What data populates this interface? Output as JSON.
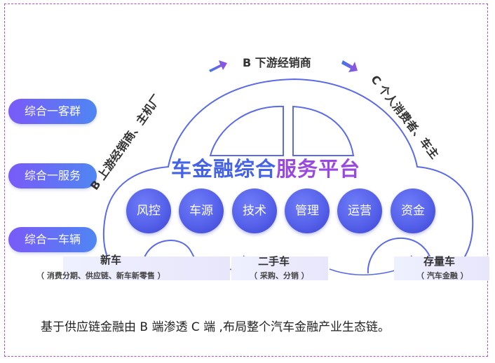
{
  "title_part1": "车金融综合",
  "title_part2": "服务平台",
  "left_pills": [
    "综合一客群",
    "综合一服务",
    "综合一车辆"
  ],
  "services": [
    "风控",
    "车源",
    "技术",
    "管理",
    "运营",
    "资金"
  ],
  "arc_labels": {
    "top": "B 下游经销商",
    "left": "B 上游经销商、主机厂",
    "right": "C 个人消费者、车主"
  },
  "categories": [
    {
      "name": "新车",
      "detail": "（ 消费分期、供应链、新车新零售 ）"
    },
    {
      "name": "二手车",
      "detail": "（ 采购、分销 ）"
    },
    {
      "name": "存量车",
      "detail": "（ 汽车金融 ）"
    }
  ],
  "caption": "基于供应链金融由 B 端渗透 C 端 ,布局整个汽车金融产业生态链。",
  "colors": {
    "accent_blue": "#4563e8",
    "accent_purple": "#9a49e0",
    "outline": "#5a6ae8"
  }
}
